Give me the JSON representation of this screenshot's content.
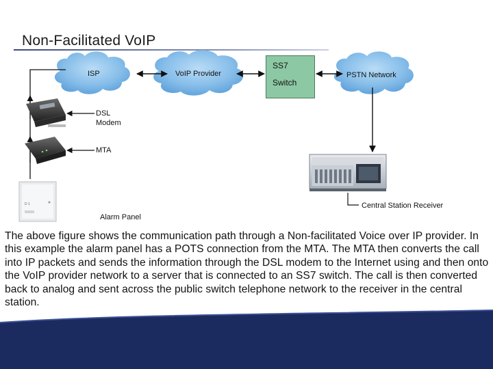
{
  "title": "Non-Facilitated VoIP",
  "diagram": {
    "clouds": {
      "isp": "ISP",
      "voip_provider": "VoIP Provider",
      "pstn": "PSTN Network"
    },
    "switch": {
      "line1": "SS7",
      "line2": "Switch"
    },
    "devices": {
      "dsl_modem_line1": "DSL",
      "dsl_modem_line2": "Modem",
      "mta": "MTA",
      "alarm_panel": "Alarm Panel",
      "central_station_receiver": "Central Station Receiver"
    },
    "colors": {
      "cloud_fill": "#7fb8e8",
      "switch_fill": "#8cc8a3",
      "footer": "#1a2a5e"
    }
  },
  "body_text": "The above figure shows the communication path through a Non-facilitated Voice over IP provider.  In this example the alarm panel has a POTS connection from the MTA.  The MTA then converts the call into IP packets and sends the information through the DSL modem to the Internet using and then onto the VoIP provider network to a server that is connected to an SS7 switch.  The call is then converted back to analog and sent across the public switch telephone network to the receiver in the central station."
}
